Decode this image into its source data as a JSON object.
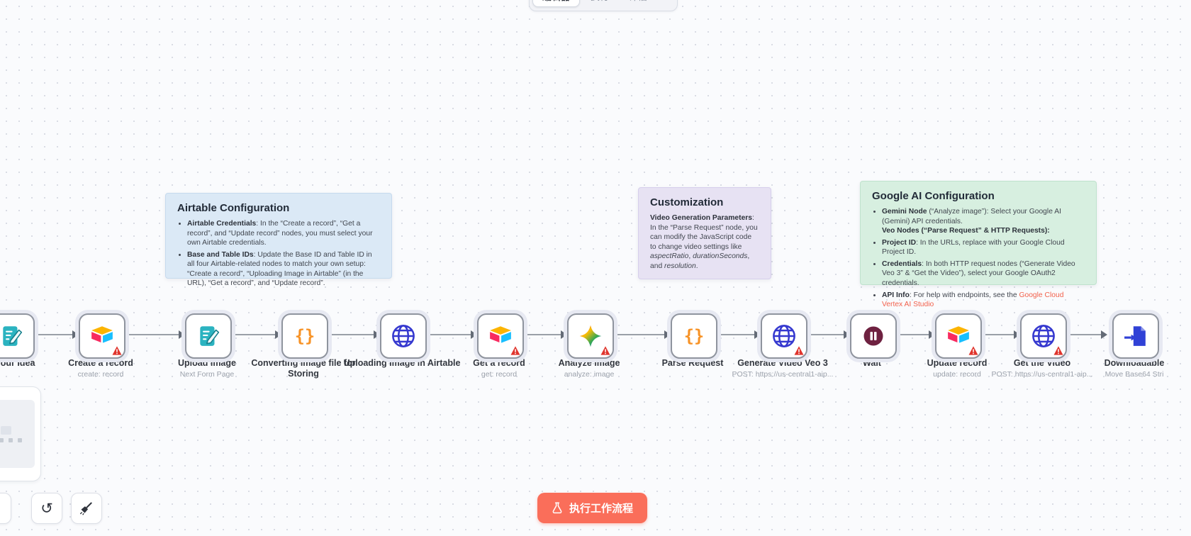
{
  "tabs": {
    "editor": "编辑器",
    "executions": "执行",
    "evaluations": "评估"
  },
  "sticky_notes": {
    "airtable": {
      "title": "Airtable Configuration",
      "bullets": [
        {
          "bold": "Airtable Credentials",
          "text": ": In the “Create a record”, “Get a record”, and “Update record” nodes, you must select your own Airtable credentials."
        },
        {
          "bold": "Base and Table IDs",
          "text": ": Update the Base ID and Table ID in all four Airtable-related nodes to match your own setup: “Create a record”, “Uploading Image in Airtable” (in the URL), “Get a record”, and “Update record”."
        }
      ]
    },
    "customization": {
      "title": "Customization",
      "bold": "Video Generation Parameters",
      "body_1": ": In the “Parse Request” node, you can modify the JavaScript code to change video settings like ",
      "italic_1": "aspectRatio",
      "body_2": ", ",
      "italic_2": "durationSeconds",
      "body_3": ", and ",
      "italic_3": "resolution",
      "body_4": "."
    },
    "google": {
      "title": "Google AI Configuration",
      "bullet_1_bold": "Gemini Node",
      "bullet_1_text": " (“Analyze image”): Select your Google AI (Gemini) API credentials.",
      "bullet_1_sub": "Veo Nodes (“Parse Request” & HTTP Requests):",
      "bullet_2_bold": "Project ID",
      "bullet_2_text": ": In the URLs, replace with your Google Cloud Project ID.",
      "bullet_3_bold": "Credentials",
      "bullet_3_text": ": In both HTTP request nodes (“Generate Video Veo 3” & “Get the Video”), select your Google OAuth2 credentials.",
      "bullet_4_bold": "API Info",
      "bullet_4_text": ": For help with endpoints, see the ",
      "bullet_4_link": "Google Cloud Vertex AI Studio"
    }
  },
  "nodes": [
    {
      "title": "pt your Idea",
      "subtitle": "",
      "icon": "form-icon"
    },
    {
      "title": "Create a record",
      "subtitle": "create: record",
      "icon": "airtable-icon",
      "warning": true
    },
    {
      "title": "Upload Image",
      "subtitle": "Next Form Page",
      "icon": "form-icon"
    },
    {
      "title": "Converting Image file for Storing",
      "subtitle": "",
      "icon": "code-icon"
    },
    {
      "title": "Uploading Image in Airtable",
      "subtitle": "",
      "icon": "globe-icon"
    },
    {
      "title": "Get a record",
      "subtitle": "get: record",
      "icon": "airtable-icon",
      "warning": true
    },
    {
      "title": "Analyze image",
      "subtitle": "analyze: image",
      "icon": "gemini-icon",
      "warning": true
    },
    {
      "title": "Parse Request",
      "subtitle": "",
      "icon": "code-icon"
    },
    {
      "title": "Generate Video Veo 3",
      "subtitle": "POST: https://us-central1-aip...",
      "icon": "globe-icon",
      "warning": true
    },
    {
      "title": "Wait",
      "subtitle": "",
      "icon": "pause-icon"
    },
    {
      "title": "Update record",
      "subtitle": "update: record",
      "icon": "airtable-icon",
      "warning": true
    },
    {
      "title": "Get the Video",
      "subtitle": "POST: https://us-central1-aip...",
      "icon": "globe-icon",
      "warning": true
    },
    {
      "title": "Downloadable",
      "subtitle": "Move Base64 Stri",
      "icon": "file-import-icon"
    }
  ],
  "controls": {
    "execute_label": "执行工作流程",
    "undo_icon": "↺"
  },
  "colors": {
    "accent": "#fa6e5a",
    "link": "#f2614c",
    "note_blue": "#dbe9f6",
    "note_purple": "#e7e2f3",
    "note_green": "#d7efe0"
  }
}
